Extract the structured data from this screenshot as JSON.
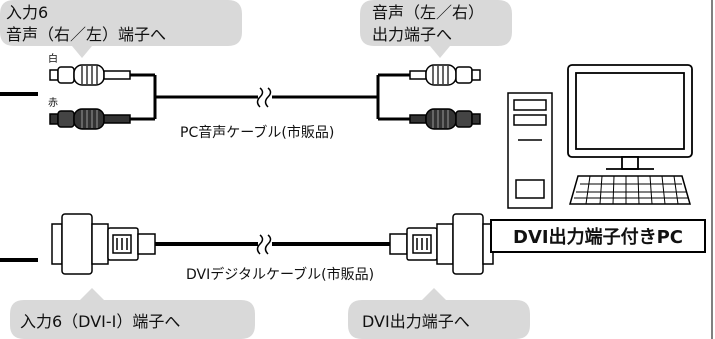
{
  "callouts": {
    "input6_audio_line1": "入力6",
    "input6_audio_line2": "音声（右／左）端子へ",
    "pc_audio_line1": "音声（左／右）",
    "pc_audio_line2": "出力端子へ",
    "input6_dvi": "入力6（DVI-I）端子へ",
    "dvi_output": "DVI出力端子へ"
  },
  "plug_labels": {
    "white": "白",
    "red": "赤"
  },
  "cables": {
    "audio": "PC音声ケーブル(市販品)",
    "dvi": "DVIデジタルケーブル(市販品)"
  },
  "pc": {
    "label": "DVI出力端子付きPC"
  },
  "colors": {
    "bubble": "#d9d9d9",
    "line": "#000000",
    "text": "#111111"
  }
}
